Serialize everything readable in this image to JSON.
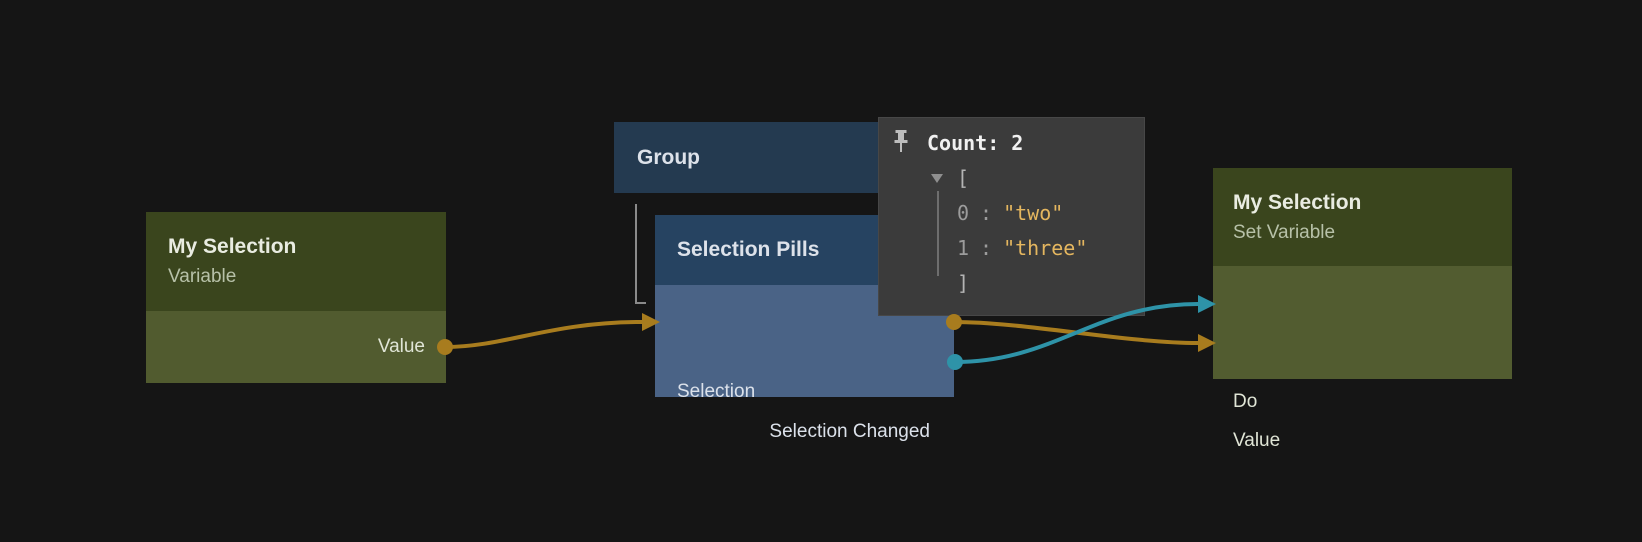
{
  "nodes": {
    "variable": {
      "title": "My Selection",
      "subtitle": "Variable",
      "ports": {
        "value_out": "Value"
      }
    },
    "group": {
      "title": "Group"
    },
    "selection_pills": {
      "title": "Selection Pills",
      "ports": {
        "selection_in": "Selection",
        "selection_changed_out": "Selection Changed"
      }
    },
    "set_variable": {
      "title": "My Selection",
      "subtitle": "Set Variable",
      "ports": {
        "do_in": "Do",
        "value_in": "Value"
      }
    }
  },
  "inspector": {
    "title": "Count: 2",
    "open_bracket": "[",
    "close_bracket": "]",
    "items": [
      {
        "index": "0",
        "separator": ":",
        "value": "\"two\""
      },
      {
        "index": "1",
        "separator": ":",
        "value": "\"three\""
      }
    ]
  },
  "colors": {
    "value_wire": "#a87c1e",
    "event_wire": "#2e93a8",
    "group_line": "#8a8a8a",
    "string_value": "#e4b65f",
    "pin_icon": "#bdbdbd"
  }
}
